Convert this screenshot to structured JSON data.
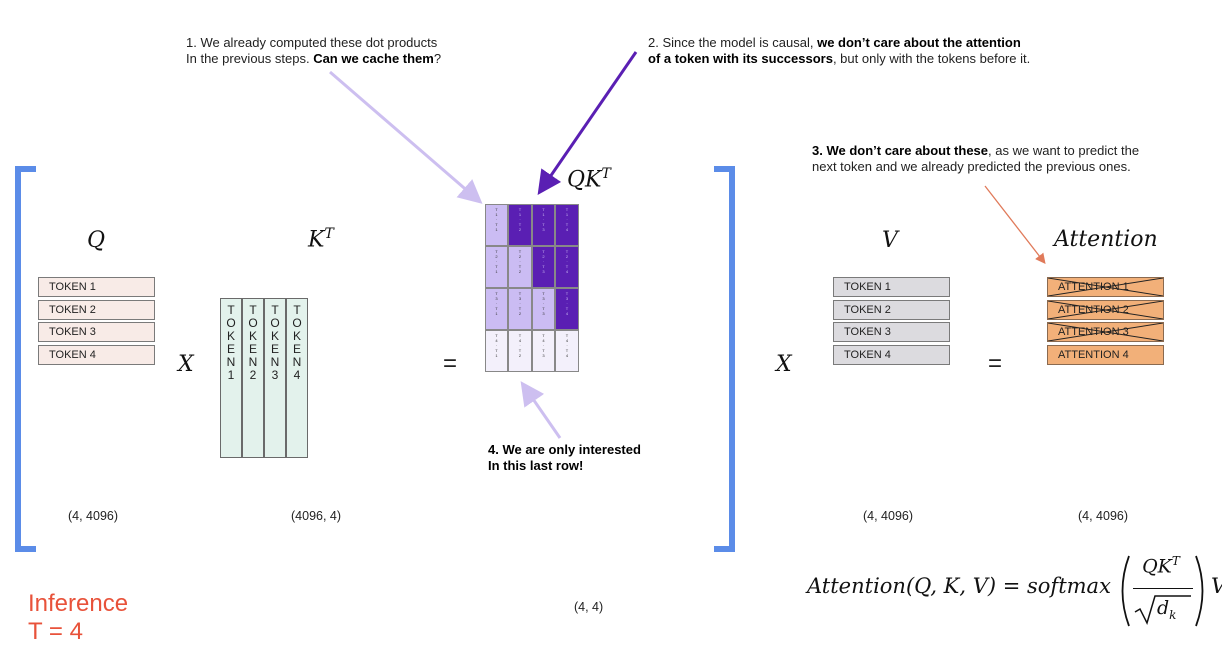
{
  "notes": {
    "n1_line1": "1. We already computed these dot products",
    "n1_line2_pre": "In the previous steps. ",
    "n1_line2_bold": "Can we cache them",
    "n1_line2_post": "?",
    "n2_line1_pre": "2. Since the model is causal, ",
    "n2_line1_bold": "we don’t care about the attention",
    "n2_line2_bold": "of a token with its successors",
    "n2_line2_post": ", but only with the tokens before it.",
    "n3_line1_bold": "3. We don’t care about these",
    "n3_line1_post": ", as we want to predict the",
    "n3_line2": "next token and we already predicted the previous ones.",
    "n4_line1": "4. We are only interested",
    "n4_line2": "In this last row!"
  },
  "labels": {
    "q": "Q",
    "kt_base": "K",
    "kt_sup": "T",
    "qkt_base": "QK",
    "qkt_sup": "T",
    "v": "V",
    "attention": "Attention",
    "times1": "X",
    "times2": "X",
    "equals1": "=",
    "equals2": "="
  },
  "q_rows": [
    "TOKEN 1",
    "TOKEN 2",
    "TOKEN 3",
    "TOKEN 4"
  ],
  "k_cols": [
    "T\nO\nK\nE\nN\n1",
    "T\nO\nK\nE\nN\n2",
    "T\nO\nK\nE\nN\n3",
    "T\nO\nK\nE\nN\n4"
  ],
  "v_rows": [
    "TOKEN 1",
    "TOKEN 2",
    "TOKEN 3",
    "TOKEN 4"
  ],
  "att_rows": [
    "ATTENTION 1",
    "ATTENTION 2",
    "ATTENTION 3",
    "ATTENTION 4"
  ],
  "dims": {
    "q": "(4, 4096)",
    "kt": "(4096, 4)",
    "qkt": "(4, 4)",
    "v": "(4, 4096)",
    "att": "(4, 4096)"
  },
  "qk_matrix_cells": [
    [
      "T\n1\n·\nT\n1",
      "T\n1\n·\nT\n2",
      "T\n1\n·\nT\n3",
      "T\n1\n·\nT\n4"
    ],
    [
      "T\n2\n·\nT\n1",
      "T\n2\n·\nT\n2",
      "T\n2\n·\nT\n3",
      "T\n2\n·\nT\n4"
    ],
    [
      "T\n3\n·\nT\n1",
      "T\n3\n·\nT\n2",
      "T\n3\n·\nT\n3",
      "T\n3\n·\nT\n4"
    ],
    [
      "T\n4\n·\nT\n1",
      "T\n4\n·\nT\n2",
      "T\n4\n·\nT\n3",
      "T\n4\n·\nT\n4"
    ]
  ],
  "inference": {
    "line1": "Inference",
    "line2": "T = 4"
  },
  "formula": {
    "lhs": "Attention(Q, K, V) = softmax",
    "num_base": "QK",
    "num_sup": "T",
    "den": "d",
    "den_sub": "k",
    "tail": "V"
  },
  "colors": {
    "bracket": "#5b8ce8",
    "qkt_light": "#cbbcf3",
    "qkt_dark": "#5a1fb3",
    "qkt_white": "#f3f0fb",
    "arrow_light": "#cdbff0",
    "arrow_dark": "#5a1fb3",
    "arrow_orange": "#e07a5a",
    "inference": "#e8523a"
  }
}
